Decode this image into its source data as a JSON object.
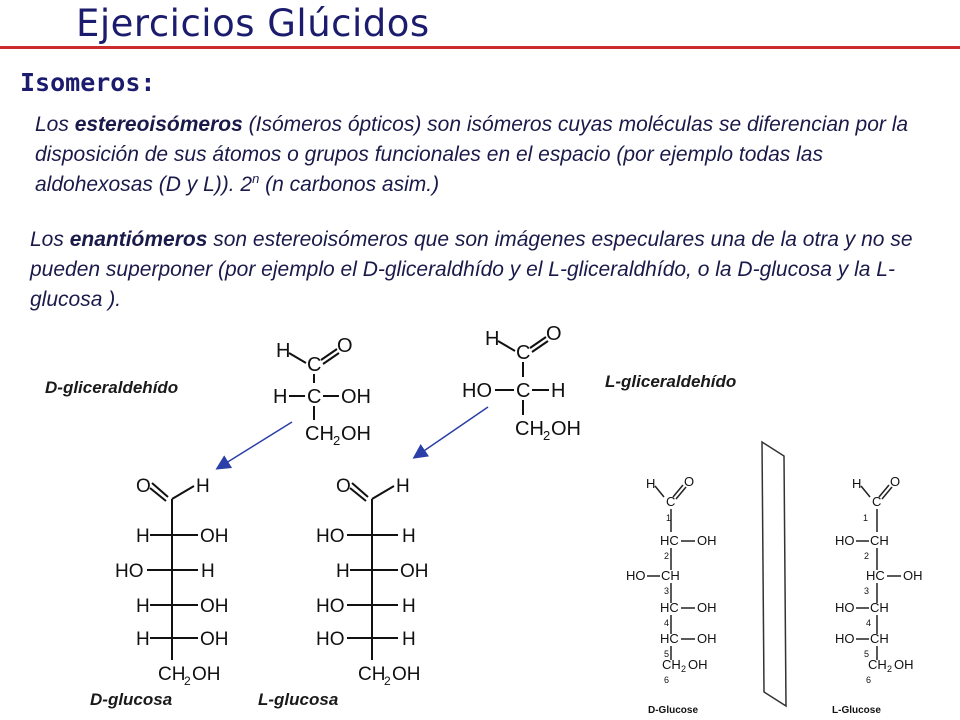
{
  "title": "Ejercicios Glúcidos",
  "heading": "Isomeros:",
  "paragraph1": {
    "pre": "Los ",
    "bold": "estereoisómeros",
    "post": " (Isómeros ópticos) son isómeros cuyas moléculas se diferencian por la disposición de sus átomos o grupos funcionales en el espacio (por ejemplo todas las aldohexosas (D y L)).  2",
    "sup": "n",
    "tail": " (n carbonos asim.)"
  },
  "paragraph2": {
    "pre": "Los ",
    "bold": "enantiómeros",
    "post": " son estereoisómeros que son imágenes especulares una de la otra y no se pueden superponer (por ejemplo el D-gliceraldhído y el L-gliceraldhído, o la D-glucosa y la L-glucosa )."
  },
  "labels": {
    "d_glyceraldehyde": "D-gliceraldehído",
    "l_glyceraldehyde": "L-gliceraldehído",
    "d_glucose": "D-glucosa",
    "l_glucose": "L-glucosa"
  },
  "photo_labels": {
    "d_glucose": "D-Glucose",
    "l_glucose": "L-Glucose"
  },
  "colors": {
    "title": "#1c1c6e",
    "rule": "#cc2b2b",
    "arrow": "#2b3fa8"
  }
}
